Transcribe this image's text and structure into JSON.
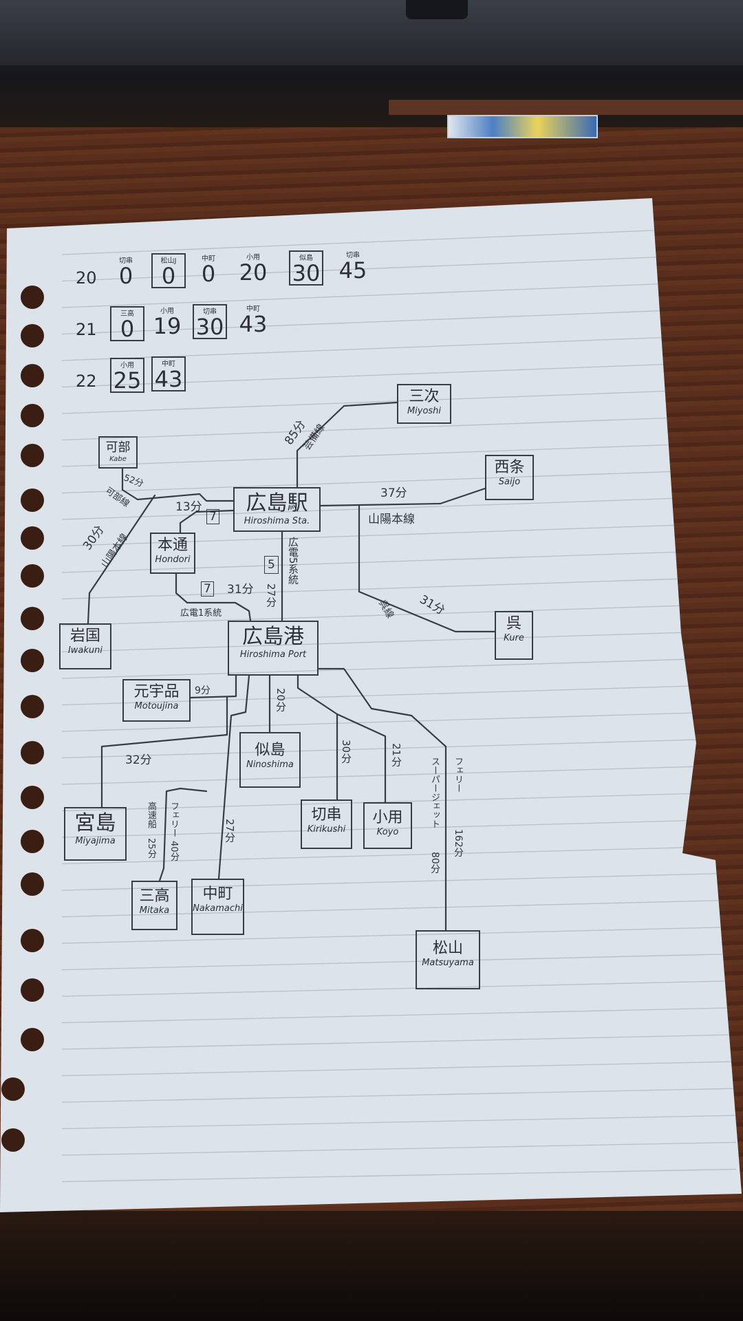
{
  "timetable": {
    "rows": [
      {
        "hour": "20",
        "departures": [
          {
            "dest": "切串",
            "minute": "0",
            "boxed": false
          },
          {
            "dest": "松山J",
            "minute": "0",
            "boxed": true
          },
          {
            "dest": "中町",
            "minute": "0",
            "boxed": false
          },
          {
            "dest": "小用",
            "minute": "20",
            "boxed": false
          },
          {
            "dest": "似島",
            "minute": "30",
            "boxed": true
          },
          {
            "dest": "切串",
            "minute": "45",
            "boxed": false
          }
        ]
      },
      {
        "hour": "21",
        "departures": [
          {
            "dest": "三高",
            "minute": "0",
            "boxed": true
          },
          {
            "dest": "小用",
            "minute": "19",
            "boxed": false
          },
          {
            "dest": "切串",
            "minute": "30",
            "boxed": true
          },
          {
            "dest": "中町",
            "minute": "43",
            "boxed": false
          }
        ]
      },
      {
        "hour": "22",
        "departures": [
          {
            "dest": "小用",
            "minute": "25",
            "boxed": true
          },
          {
            "dest": "中町",
            "minute": "43",
            "boxed": true
          }
        ]
      }
    ]
  },
  "stations": {
    "hiroshima_sta": {
      "jp": "広島駅",
      "en": "Hiroshima Sta."
    },
    "miyoshi": {
      "jp": "三次",
      "en": "Miyoshi"
    },
    "kabe": {
      "jp": "可部",
      "en": "Kabe"
    },
    "saijo": {
      "jp": "西条",
      "en": "Saijo"
    },
    "hondori": {
      "jp": "本通",
      "en": "Hondori"
    },
    "iwakuni": {
      "jp": "岩国",
      "en": "Iwakuni"
    },
    "hiroshima_port": {
      "jp": "広島港",
      "en": "Hiroshima Port"
    },
    "kure": {
      "jp": "呉",
      "en": "Kure"
    },
    "motoujina": {
      "jp": "元宇品",
      "en": "Motoujina"
    },
    "ninoshima": {
      "jp": "似島",
      "en": "Ninoshima"
    },
    "miyajima": {
      "jp": "宮島",
      "en": "Miyajima"
    },
    "kirikushi": {
      "jp": "切串",
      "en": "Kirikushi"
    },
    "koyo": {
      "jp": "小用",
      "en": "Koyo"
    },
    "mitaka": {
      "jp": "三高",
      "en": "Mitaka"
    },
    "nakamachi": {
      "jp": "中町",
      "en": "Nakamachi"
    },
    "matsuyama": {
      "jp": "松山",
      "en": "Matsuyama"
    }
  },
  "edges": {
    "miyoshi_time": "85分",
    "miyoshi_line": "芸備線",
    "kabe_time": "52分",
    "kabe_line": "可部線",
    "iwakuni_time": "30分",
    "iwakuni_line": "山陽本線",
    "saijo_time": "37分",
    "saijo_line": "山陽本線",
    "kure_time": "31分",
    "kure_line": "呉線",
    "hondori_time": "13分",
    "hondori_route": "7",
    "port_hondori_route": "7",
    "port_hondori_time": "31分",
    "port_hondori_line": "広電1系統",
    "port_sta_route": "5",
    "port_sta_time": "27分",
    "port_sta_line": "広電5系統",
    "motoujina_time": "9分",
    "miyajima_time": "32分",
    "ninoshima_time": "20分",
    "kirikushi_time": "30分",
    "koyo_time": "21分",
    "nakamachi_time": "27分",
    "mitaka_fast": "高速船",
    "mitaka_fast_time": "25分",
    "mitaka_ferry": "フェリー",
    "mitaka_ferry_time": "40分",
    "matsuyama_jet": "スーパージェット",
    "matsuyama_jet_time": "80分",
    "matsuyama_ferry": "フェリー",
    "matsuyama_ferry_time": "162分"
  }
}
